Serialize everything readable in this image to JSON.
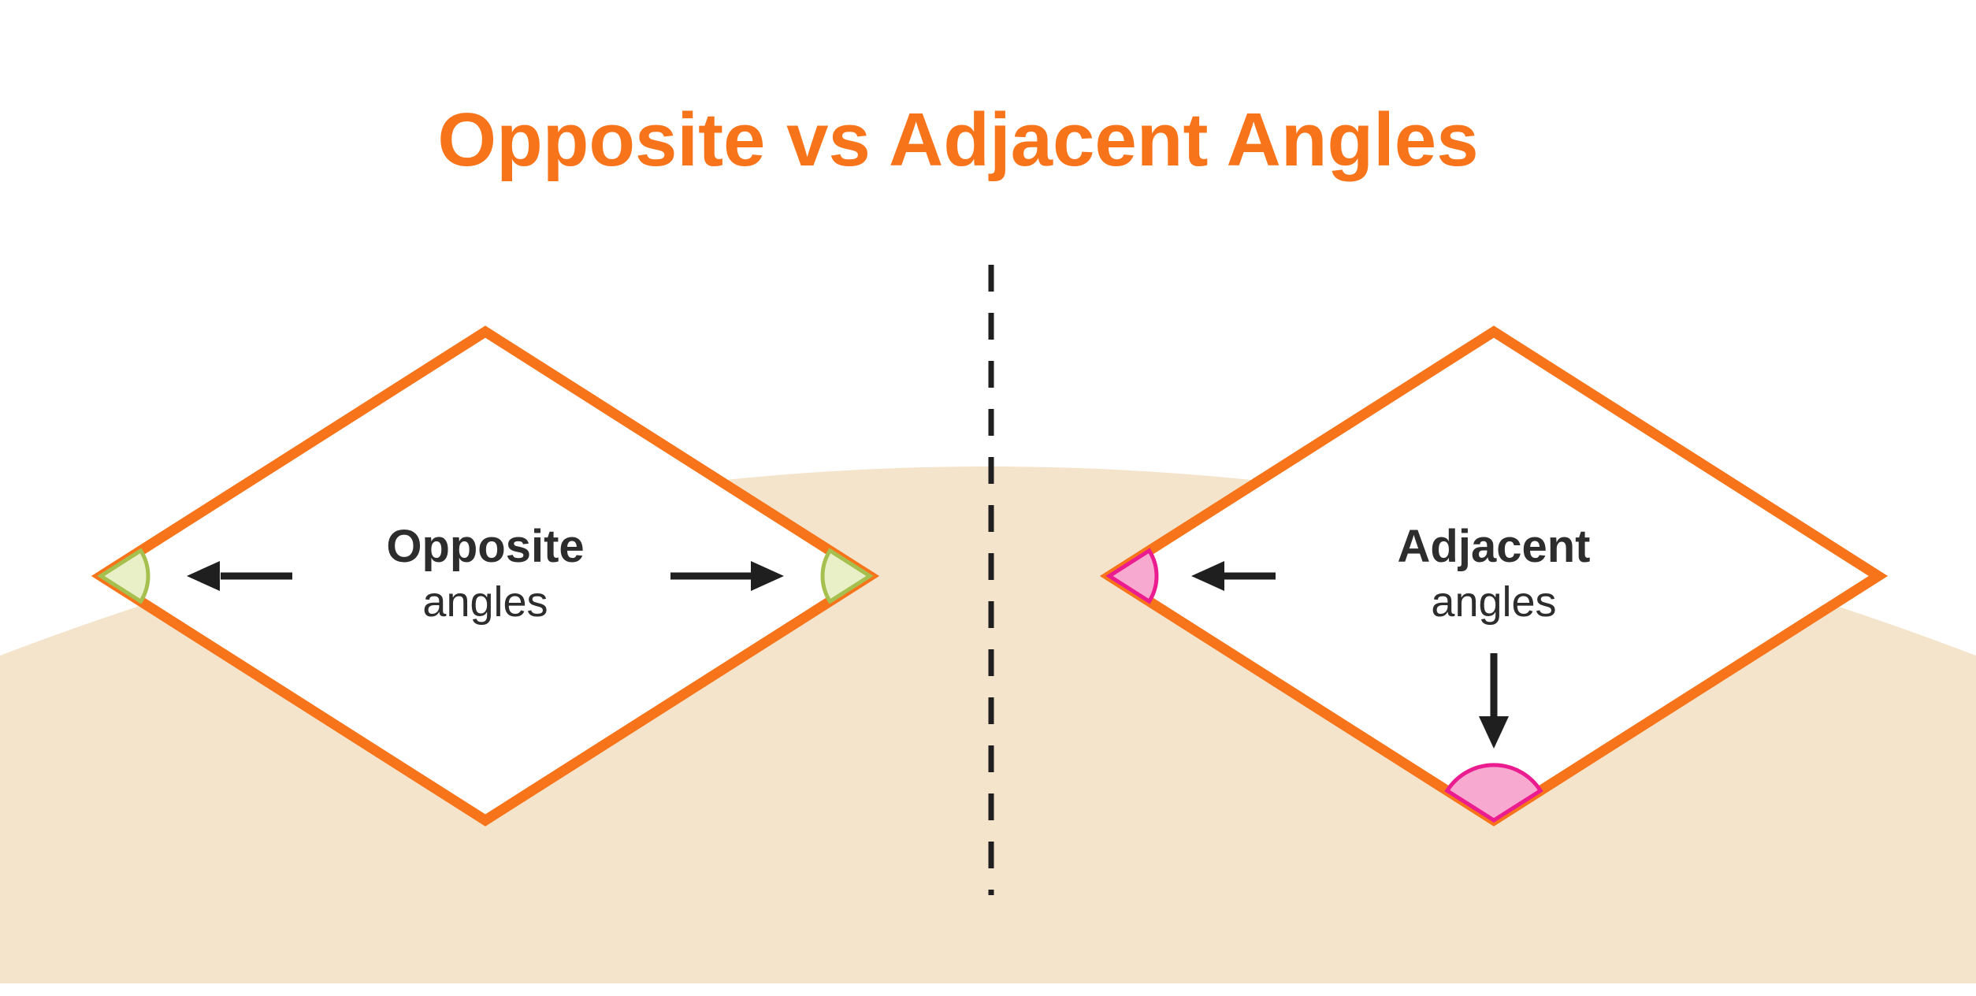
{
  "title": {
    "text": "Opposite vs Adjacent Angles",
    "color": "#F7741B"
  },
  "colors": {
    "background": "#FFFFFF",
    "ground": "#F5E4CC",
    "diamond_stroke": "#F7741B",
    "diamond_fill": "#FFFFFF",
    "label": "#2D2D2D",
    "arrow": "#1F1F1F",
    "divider": "#1F1F1F"
  },
  "left_diamond": {
    "label_bold": "Opposite",
    "label_regular": "angles",
    "arc_fill": "#E9F0C8",
    "arc_stroke": "#A5C04F"
  },
  "right_diamond": {
    "label_bold": "Adjacent",
    "label_regular": "angles",
    "arc_fill": "#F8A9D0",
    "arc_stroke": "#EB1C8F"
  }
}
